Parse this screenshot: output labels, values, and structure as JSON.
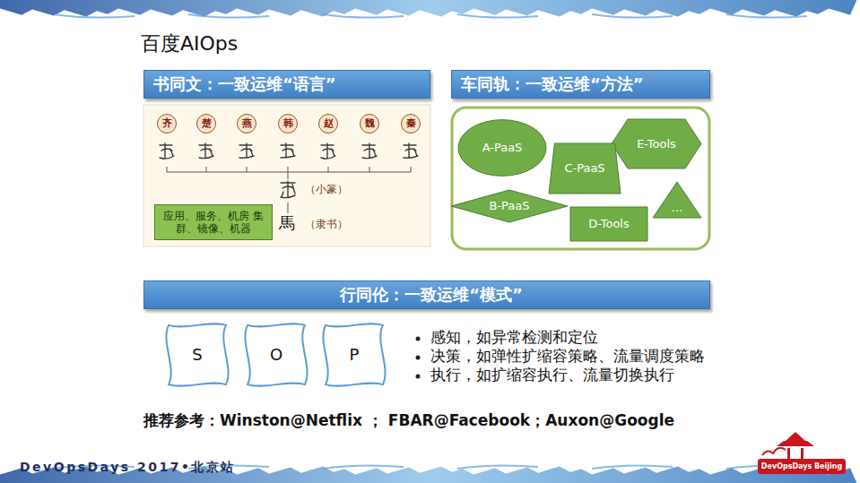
{
  "diagram": {
    "title": "百度AIOps",
    "nodes": [
      {
        "text": [
          "书同文：一致运维“语言”"
        ]
      },
      {
        "text": [
          "车同轨：一致运维“方法”"
        ]
      },
      {
        "text": [
          "齐"
        ]
      },
      {
        "text": [
          "楚"
        ]
      },
      {
        "text": [
          "燕"
        ]
      },
      {
        "text": [
          "韩"
        ]
      },
      {
        "text": [
          "赵"
        ]
      },
      {
        "text": [
          "魏"
        ]
      },
      {
        "text": [
          "秦"
        ]
      },
      {
        "text": [
          "应用、服务、机房 集群、镜像、机器"
        ]
      },
      {
        "text": [
          "A-PaaS"
        ]
      },
      {
        "text": [
          "E-Tools"
        ]
      },
      {
        "text": [
          "C-PaaS"
        ]
      },
      {
        "text": [
          "B-PaaS"
        ]
      },
      {
        "text": [
          "D-Tools"
        ]
      },
      {
        "text": [
          "..."
        ]
      },
      {
        "text": [
          "行同伦：一致运维“模式”"
        ]
      },
      {
        "text": [
          "S"
        ]
      },
      {
        "text": [
          "O"
        ]
      },
      {
        "text": [
          "P"
        ]
      },
      {
        "text": [
          "DevOpsDays Beijing"
        ]
      }
    ],
    "edges": [],
    "labels": [
      "馬",
      "（小篆）",
      "（隶书）",
      "感知，如异常检测和定位",
      "决策，如弹性扩缩容策略、流量调度策略",
      "执行，如扩缩容执行、流量切换执行",
      "推荐参考：Winston@Netflix ； FBAR@Facebook；Auxon@Google",
      "DevOpsDays 2017•北京站"
    ]
  }
}
